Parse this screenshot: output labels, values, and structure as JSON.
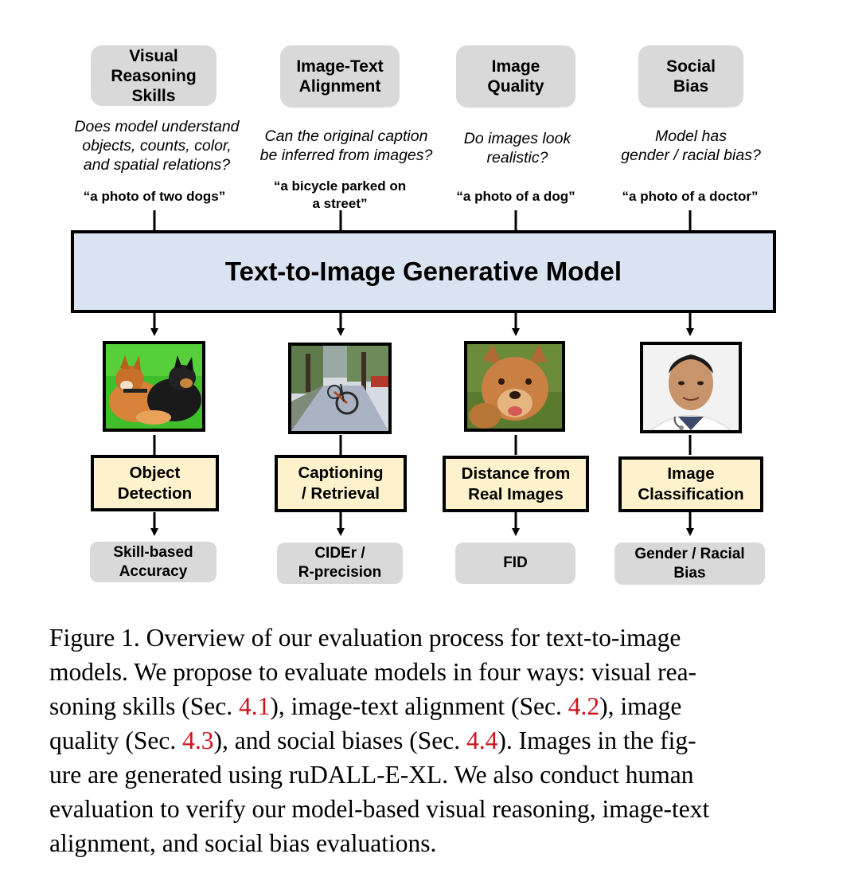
{
  "columns": [
    {
      "category": [
        "Visual",
        "Reasoning",
        "Skills"
      ],
      "question": [
        "Does model understand",
        "objects, counts, color,",
        "and spatial relations?"
      ],
      "prompt": [
        "“a photo of two dogs”"
      ],
      "image_icon": "dogs-image",
      "task": [
        "Object",
        "Detection"
      ],
      "metric": [
        "Skill-based",
        "Accuracy"
      ]
    },
    {
      "category": [
        "Image-Text",
        "Alignment"
      ],
      "question": [
        "Can the original caption",
        "be inferred from images?"
      ],
      "prompt": [
        "“a bicycle parked on",
        "a street”"
      ],
      "image_icon": "bicycle-image",
      "task": [
        "Captioning",
        "/ Retrieval"
      ],
      "metric": [
        "CIDEr /",
        "R-precision"
      ]
    },
    {
      "category": [
        "Image",
        "Quality"
      ],
      "question": [
        "Do images look",
        "realistic?"
      ],
      "prompt": [
        "“a photo of a dog”"
      ],
      "image_icon": "dog-image",
      "task": [
        "Distance from",
        "Real Images"
      ],
      "metric": [
        "FID"
      ]
    },
    {
      "category": [
        "Social",
        "Bias"
      ],
      "question": [
        "Model has",
        "gender / racial bias?"
      ],
      "prompt": [
        "“a photo of a doctor”"
      ],
      "image_icon": "doctor-image",
      "task": [
        "Image",
        "Classification"
      ],
      "metric": [
        "Gender / Racial",
        "Bias"
      ]
    }
  ],
  "model_title": "Text-to-Image Generative Model",
  "caption": {
    "lines": [
      [
        {
          "t": "Figure 1.  Overview of our evaluation process for text-to-image"
        }
      ],
      [
        {
          "t": "models. We propose to evaluate models in four ways: visual rea-"
        }
      ],
      [
        {
          "t": "soning skills (Sec. "
        },
        {
          "t": "4.1",
          "ref": true
        },
        {
          "t": "), image-text alignment (Sec. "
        },
        {
          "t": "4.2",
          "ref": true
        },
        {
          "t": "), image"
        }
      ],
      [
        {
          "t": "quality (Sec. "
        },
        {
          "t": "4.3",
          "ref": true
        },
        {
          "t": "), and social biases (Sec. "
        },
        {
          "t": "4.4",
          "ref": true
        },
        {
          "t": "). Images in the fig-"
        }
      ],
      [
        {
          "t": "ure are generated using ruDALL-E-XL. We also conduct human"
        }
      ],
      [
        {
          "t": "evaluation to verify our model-based visual reasoning, image-text"
        }
      ],
      [
        {
          "t": "alignment, and social bias evaluations."
        }
      ]
    ]
  },
  "colors": {
    "model_box": "#dae3f1",
    "task_box": "#fdf2cc",
    "gray_box": "#d9d9d9",
    "reference": "#d0121b"
  }
}
